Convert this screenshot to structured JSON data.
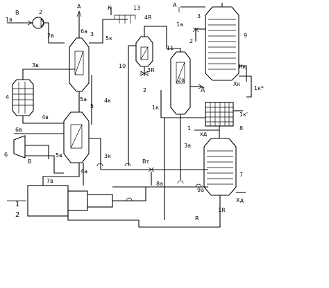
{
  "diagram": {
    "labels": {
      "stream_1v": "1в",
      "stream_B_top": "В",
      "item_2": "2",
      "stream_2v": "2в",
      "stream_A_left": "А",
      "stream_6a": "6а",
      "item_3": "3",
      "stream_K": "К",
      "item_13": "13",
      "stream_5k": "5к",
      "stream_4R": "4R",
      "stream_A_right": "А",
      "item_3_right": "3",
      "stream_1a": "1а",
      "item_2_right": "2",
      "item_9": "9",
      "stream_3v": "3в",
      "item_10": "10",
      "item_3R": "3R",
      "item_11": "11",
      "stream_Kk": "Кк",
      "item_4": "4",
      "stream_5a": "5а",
      "stream_4k": "4к",
      "item_2_mid": "2",
      "stream_2a": "2а",
      "stream_D": "Д",
      "stream_Xk": "Хк",
      "stream_1k_star": "1к*",
      "stream_4v": "4в",
      "item_5": "5",
      "stream_1k": "1к",
      "stream_1k_prime": "1к'",
      "stream_6v": "6в",
      "item_1_mid": "1",
      "stream_xd": "хд",
      "item_8": "8",
      "item_6": "6",
      "stream_B_left": "В",
      "stream_5v": "5в",
      "stream_3k": "3к",
      "stream_3a": "3а",
      "stream_Bt": "Вт",
      "stream_4a": "4а",
      "item_7": "7",
      "stream_7v": "7в",
      "stream_8a": "8а",
      "stream_9a": "9а",
      "stream_Xd": "Хд",
      "item_1": "1",
      "item_2_bottom": "2",
      "stream_R": "R",
      "stream_1R": "1R"
    }
  }
}
